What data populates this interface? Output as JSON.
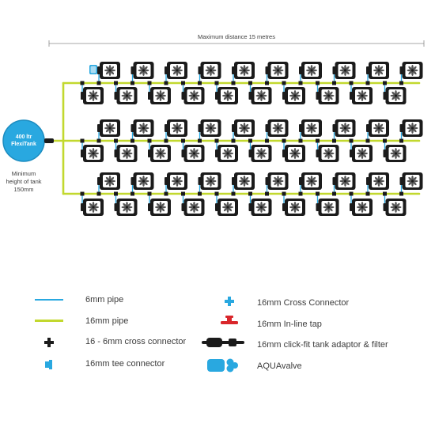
{
  "diagram": {
    "distance_label": "Maximum distance 15 metres",
    "tank_label_line1": "400 ltr",
    "tank_label_line2": "FlexiTank",
    "min_height_line1": "Minimum",
    "min_height_line2": "height of tank",
    "min_height_line3": "150mm",
    "pot_rows": 6,
    "pots_per_row": 10,
    "colors": {
      "pipe_6mm": "#29a8e0",
      "pipe_16mm": "#c2d82e",
      "tank": "#29a8e0",
      "pot": "#1b1b1b",
      "tap": "#d9262b"
    }
  },
  "legend": {
    "items": [
      {
        "label": "6mm pipe",
        "icon": "6mm-pipe-icon"
      },
      {
        "label": "16mm pipe",
        "icon": "16mm-pipe-icon"
      },
      {
        "label": "16 - 6mm cross connector",
        "icon": "cross-connector-16-6mm-icon"
      },
      {
        "label": "16mm tee connector",
        "icon": "tee-connector-icon"
      },
      {
        "label": "16mm Cross Connector",
        "icon": "cross-connector-16mm-icon"
      },
      {
        "label": "16mm In-line tap",
        "icon": "inline-tap-icon"
      },
      {
        "label": "16mm click-fit tank adaptor & filter",
        "icon": "tank-adaptor-filter-icon"
      },
      {
        "label": "AQUAvalve",
        "icon": "aquavalve-icon"
      }
    ]
  }
}
